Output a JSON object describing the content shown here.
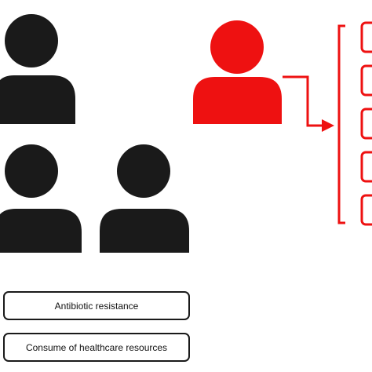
{
  "colors": {
    "population": "#1a1a1a",
    "highlight": "#ee1111",
    "background": "#ffffff"
  },
  "icons": {
    "population": [
      "person-icon",
      "person-icon",
      "person-icon"
    ],
    "highlighted": "person-icon",
    "connector": "arrow-icon",
    "bracket": "bracket-icon"
  },
  "red_box_count": 5,
  "labels": [
    {
      "text": "Antibiotic resistance"
    },
    {
      "text": "Consume of healthcare resources"
    }
  ]
}
